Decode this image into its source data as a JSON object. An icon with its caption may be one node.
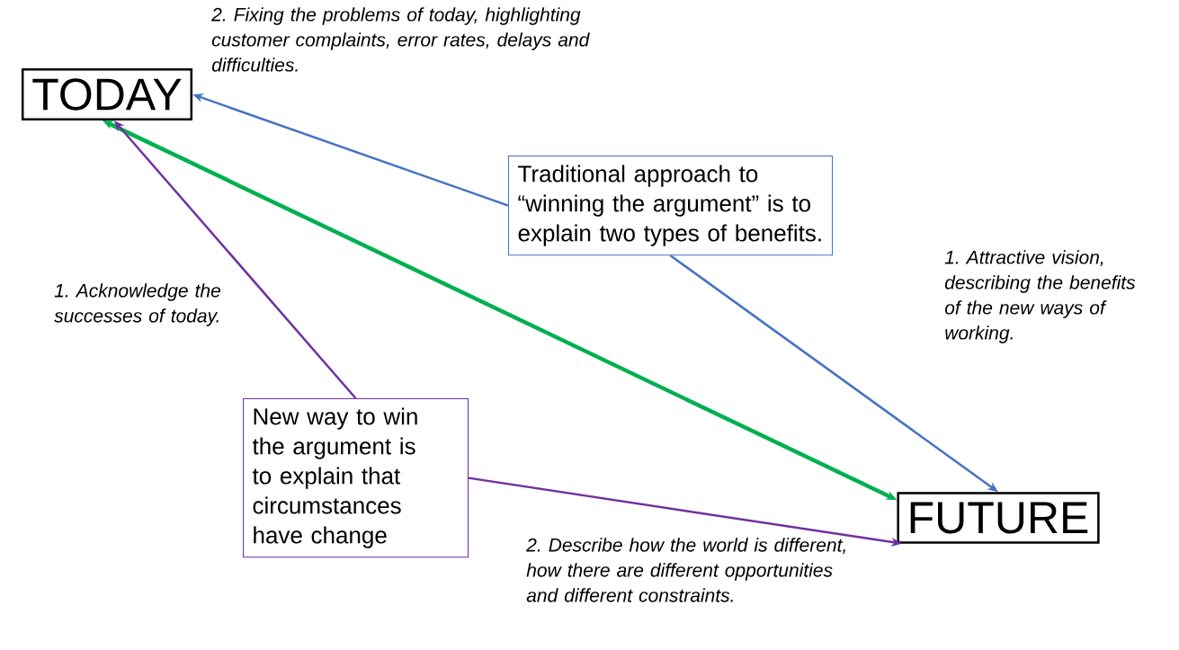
{
  "diagram": {
    "nodes": [
      {
        "text": [
          "TODAY"
        ]
      },
      {
        "text": [
          "Traditional approach to “winning the argument” is to explain two types of benefits."
        ]
      },
      {
        "text": [
          "New way to win the argument is to explain that circumstances have change"
        ]
      },
      {
        "text": [
          "FUTURE"
        ]
      }
    ],
    "edges": [
      {
        "from": 1,
        "to": 0,
        "arrow": "to",
        "color": "#4472c4"
      },
      {
        "from": 1,
        "to": 3,
        "arrow": "to",
        "color": "#4472c4"
      },
      {
        "from": 0,
        "to": 3,
        "arrow": "both",
        "style": "thick",
        "color": "#00b050"
      },
      {
        "from": 2,
        "to": 0,
        "arrow": "to",
        "color": "#7030a0"
      },
      {
        "from": 2,
        "to": 3,
        "arrow": "to",
        "color": "#7030a0"
      }
    ],
    "labels": [
      "2. Fixing the problems of today, highlighting customer complaints, error rates, delays and difficulties.",
      "1. Attractive vision, describing the benefits of the new ways of working.",
      "1. Acknowledge the successes of today.",
      "2. Describe how the world is different, how there are different opportunities and different constraints."
    ]
  }
}
